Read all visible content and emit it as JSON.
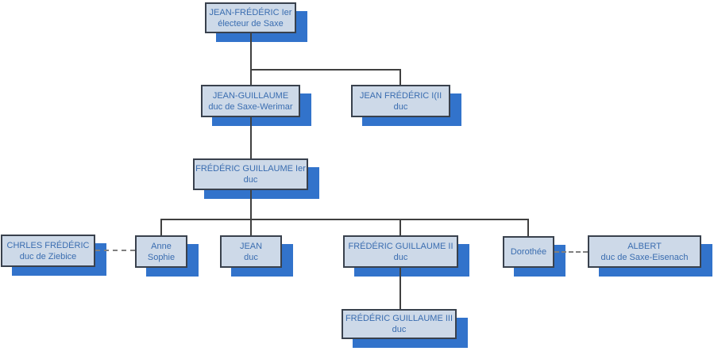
{
  "diagram": {
    "type": "family-tree-org-chart",
    "title": "Saxe ducal family tree",
    "nodes": {
      "jean_frederic_1er": {
        "line1": "JEAN-FRÉDÉRIC Ier",
        "line2": "électeur de Saxe"
      },
      "jean_guillaume": {
        "line1": "JEAN-GUILLAUME",
        "line2": "duc de Saxe-Werimar"
      },
      "jean_frederic_i_ii": {
        "line1": "JEAN FRÉDÉRIC I(II",
        "line2": "duc"
      },
      "frederic_guillaume_1er": {
        "line1": "FRÉDÉRIC GUILLAUME Ier",
        "line2": "duc"
      },
      "chrles_frederic": {
        "line1": "CHRLES FRÉDÉRIC",
        "line2": "duc de Ziebice"
      },
      "anne_sophie": {
        "line1": "Anne",
        "line2": "Sophie"
      },
      "jean": {
        "line1": "JEAN",
        "line2": "duc"
      },
      "frederic_guillaume_2": {
        "line1": "FRÉDÉRIC GUILLAUME II",
        "line2": "duc"
      },
      "dorothee": {
        "line1": "Dorothée"
      },
      "albert": {
        "line1": "ALBERT",
        "line2": "duc de Saxe-Eisenach"
      },
      "frederic_guillaume_3": {
        "line1": "FRÉDÉRIC GUILLAUME III",
        "line2": "duc"
      }
    },
    "edges": [
      {
        "type": "parent-child",
        "from": "jean_frederic_1er",
        "to": "jean_guillaume"
      },
      {
        "type": "parent-child",
        "from": "jean_frederic_1er",
        "to": "jean_frederic_i_ii"
      },
      {
        "type": "parent-child",
        "from": "jean_guillaume",
        "to": "frederic_guillaume_1er"
      },
      {
        "type": "parent-child",
        "from": "frederic_guillaume_1er",
        "to": "anne_sophie"
      },
      {
        "type": "parent-child",
        "from": "frederic_guillaume_1er",
        "to": "jean"
      },
      {
        "type": "parent-child",
        "from": "frederic_guillaume_1er",
        "to": "frederic_guillaume_2"
      },
      {
        "type": "parent-child",
        "from": "frederic_guillaume_1er",
        "to": "dorothee"
      },
      {
        "type": "parent-child",
        "from": "frederic_guillaume_2",
        "to": "frederic_guillaume_3"
      },
      {
        "type": "marriage",
        "from": "chrles_frederic",
        "to": "anne_sophie"
      },
      {
        "type": "marriage",
        "from": "dorothee",
        "to": "albert"
      }
    ],
    "colors": {
      "box_fill": "#CDD9E8",
      "box_border": "#39414D",
      "box_shadow": "#3273CB",
      "text_color": "#3A6DB0",
      "line_color": "#404040",
      "dashed_color": "#7F7F7F",
      "background": "#FFFFFF"
    }
  }
}
